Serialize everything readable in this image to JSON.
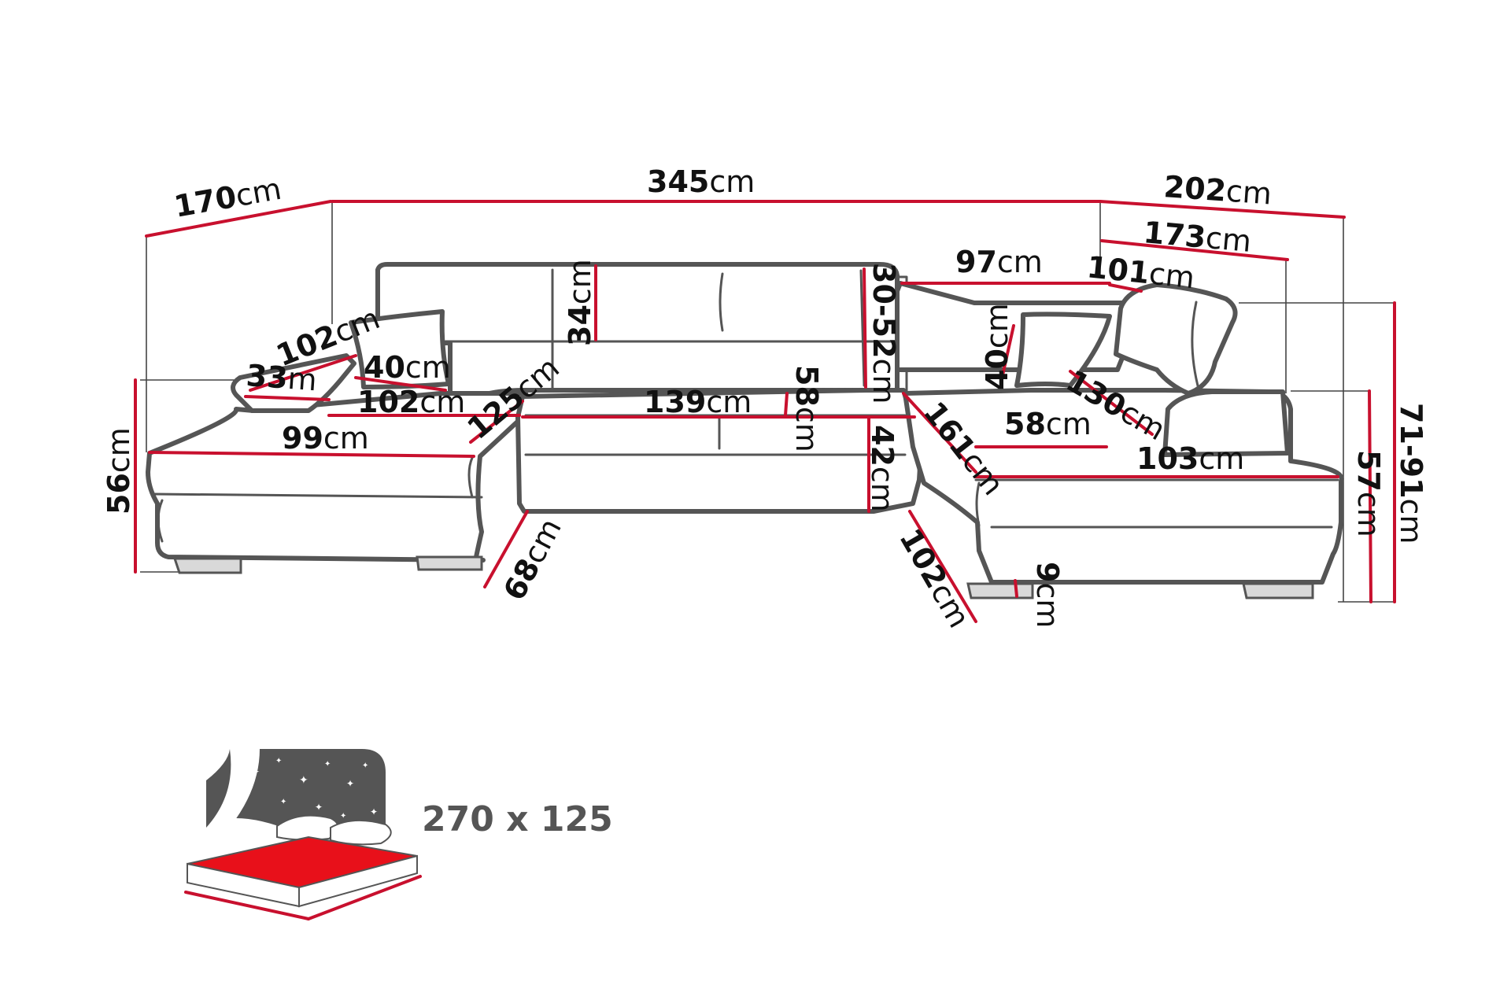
{
  "dimensions": {
    "d170": {
      "num": "170",
      "unit": "cm"
    },
    "d345": {
      "num": "345",
      "unit": "cm"
    },
    "d202": {
      "num": "202",
      "unit": "cm"
    },
    "d173": {
      "num": "173",
      "unit": "cm"
    },
    "d97": {
      "num": "97",
      "unit": "cm"
    },
    "d101": {
      "num": "101",
      "unit": "cm"
    },
    "d34": {
      "num": "34",
      "unit": "cm"
    },
    "d3052": {
      "num": "30-52",
      "unit": "cm"
    },
    "d102a": {
      "num": "102",
      "unit": "cm"
    },
    "d33": {
      "num": "33",
      "unit": "m"
    },
    "d40a": {
      "num": "40",
      "unit": "cm"
    },
    "d102b": {
      "num": "102",
      "unit": "cm"
    },
    "d125": {
      "num": "125",
      "unit": "cm"
    },
    "d139": {
      "num": "139",
      "unit": "cm"
    },
    "d58a": {
      "num": "58",
      "unit": "cm"
    },
    "d99": {
      "num": "99",
      "unit": "cm"
    },
    "d40b": {
      "num": "40",
      "unit": "cm"
    },
    "d130": {
      "num": "130",
      "unit": "cm"
    },
    "d161": {
      "num": "161",
      "unit": "cm"
    },
    "d58b": {
      "num": "58",
      "unit": "cm"
    },
    "d103": {
      "num": "103",
      "unit": "cm"
    },
    "d42": {
      "num": "42",
      "unit": "cm"
    },
    "d71": {
      "num": "71-91",
      "unit": "cm"
    },
    "d57": {
      "num": "57",
      "unit": "cm"
    },
    "d56": {
      "num": "56",
      "unit": "cm"
    },
    "d68": {
      "num": "68",
      "unit": "cm"
    },
    "d102c": {
      "num": "102",
      "unit": "cm"
    },
    "d9": {
      "num": "9",
      "unit": "cm"
    }
  },
  "bed": {
    "size_label": "270 x 125",
    "icon": "sleeping-function-icon",
    "colors": {
      "mattress": "#e8101a",
      "sky": "#555555"
    }
  },
  "colors": {
    "dimension_line": "#c8102e",
    "outline": "#555555"
  }
}
